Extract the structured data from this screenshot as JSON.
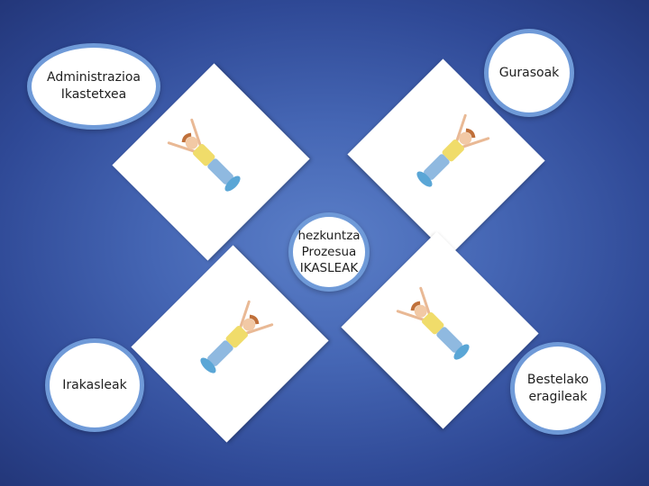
{
  "nodes": {
    "administrazioa": "Administrazioa\nIkastetxea",
    "gurasoak": "Gurasoak",
    "center": "hezkuntza\nProzesua\nIKASLEAK",
    "irakasleak": "Irakasleak",
    "bestelako": "Bestelako\neragileak"
  },
  "icons": {
    "figure": "stick-figure-person-icon"
  },
  "colors": {
    "background": "#4566b4",
    "bubble_border": "#6f9ad8",
    "shirt": "#f0dc6a",
    "pants": "#8fb9e0"
  }
}
